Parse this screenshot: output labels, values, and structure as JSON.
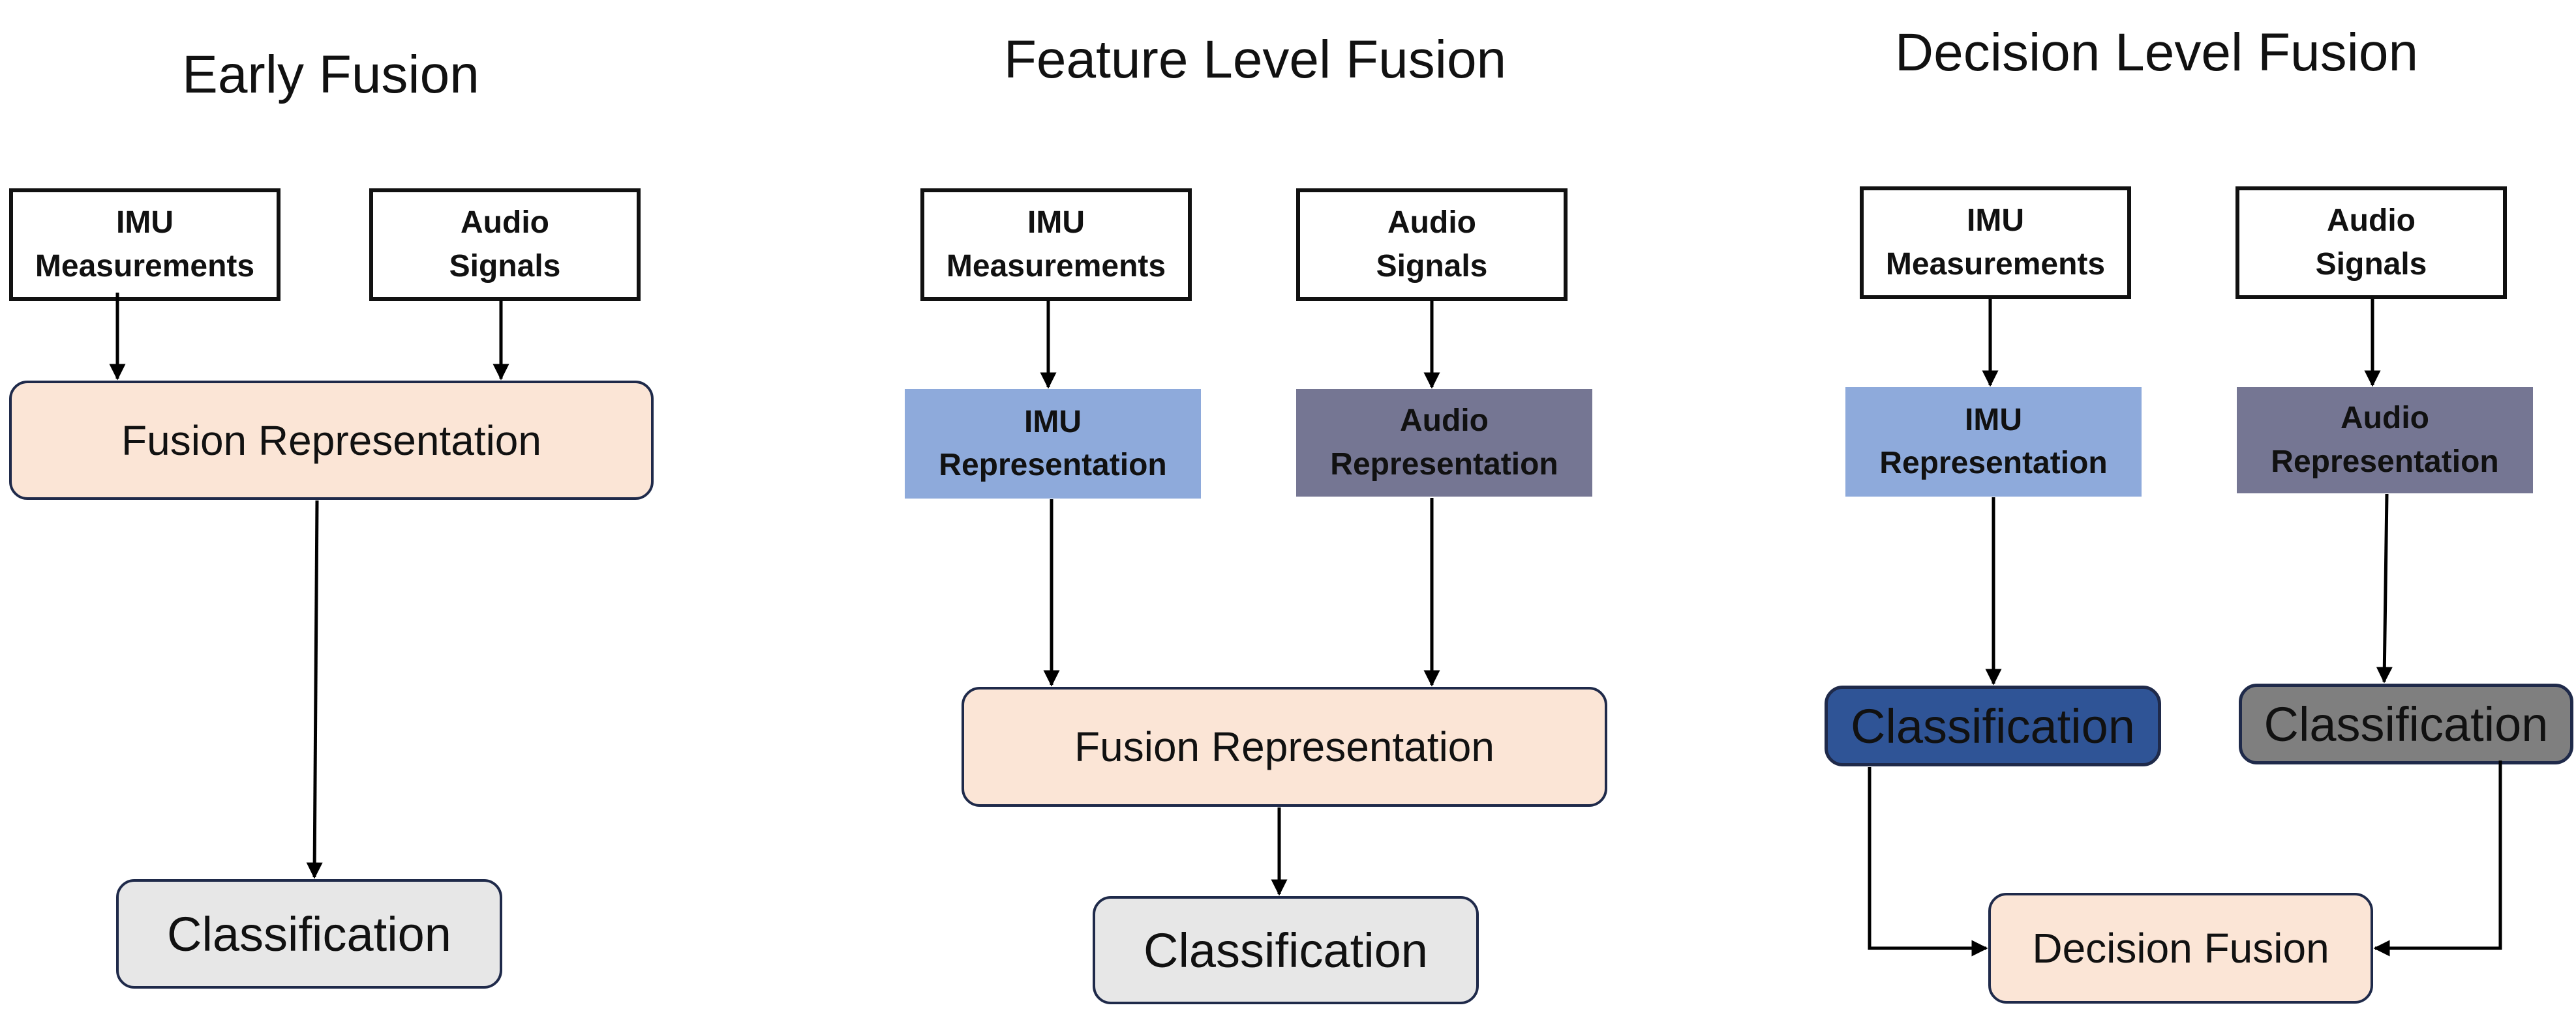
{
  "colors": {
    "fusion_fill": "#fbe5d6",
    "classification_gray_fill": "#e7e7e7",
    "imu_rep_fill": "#8eaadb",
    "audio_rep_fill": "#757693",
    "imu_class_fill": "#2f5496",
    "audio_class_fill": "#7f7f7f",
    "arrow": "#000000"
  },
  "early": {
    "title": "Early Fusion",
    "imu_input": "IMU\nMeasurements",
    "audio_input": "Audio\nSignals",
    "fusion": "Fusion Representation",
    "classification": "Classification"
  },
  "feature": {
    "title": "Feature Level Fusion",
    "imu_input": "IMU\nMeasurements",
    "audio_input": "Audio\nSignals",
    "imu_rep": "IMU\nRepresentation",
    "audio_rep": "Audio\nRepresentation",
    "fusion": "Fusion Representation",
    "classification": "Classification"
  },
  "decision": {
    "title": "Decision Level Fusion",
    "imu_input": "IMU\nMeasurements",
    "audio_input": "Audio\nSignals",
    "imu_rep": "IMU\nRepresentation",
    "audio_rep": "Audio\nRepresentation",
    "imu_classification": "Classification",
    "audio_classification": "Classification",
    "fusion": "Decision Fusion"
  }
}
